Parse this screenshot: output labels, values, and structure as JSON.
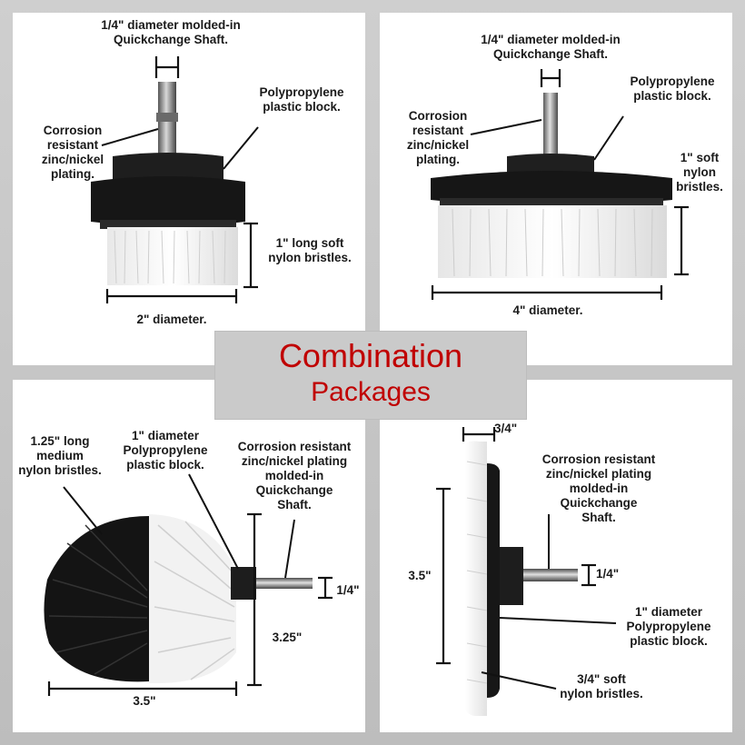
{
  "banner": {
    "line1": "Combination",
    "line2": "Packages",
    "color": "#c00000"
  },
  "panels": {
    "p1": {
      "shaft": "1/4\" diameter molded-in\nQuickchange Shaft.",
      "plating": "Corrosion\nresistant\nzinc/nickel\nplating.",
      "block": "Polypropylene\nplastic block.",
      "bristles": "1\" long soft\nnylon bristles.",
      "diameter": "2\" diameter."
    },
    "p2": {
      "shaft": "1/4\" diameter molded-in\nQuickchange Shaft.",
      "plating": "Corrosion\nresistant\nzinc/nickel\nplating.",
      "block": "Polypropylene\nplastic block.",
      "bristles": "1\" soft\nnylon\nbristles.",
      "diameter": "4\" diameter."
    },
    "p3": {
      "bristles": "1.25\" long\nmedium\nnylon bristles.",
      "block": "1\" diameter\nPolypropylene\nplastic block.",
      "plating": "Corrosion resistant\nzinc/nickel plating\nmolded-in\nQuickchange\nShaft.",
      "shaft_dim": "1/4\"",
      "height": "3.25\"",
      "width": "3.5\""
    },
    "p4": {
      "top_dim": "3/4\"",
      "plating": "Corrosion resistant\nzinc/nickel plating\nmolded-in\nQuickchange\nShaft.",
      "shaft_dim": "1/4\"",
      "height": "3.5\"",
      "block": "1\" diameter\nPolypropylene\nplastic block.",
      "bristles": "3/4\" soft\nnylon bristles."
    }
  }
}
